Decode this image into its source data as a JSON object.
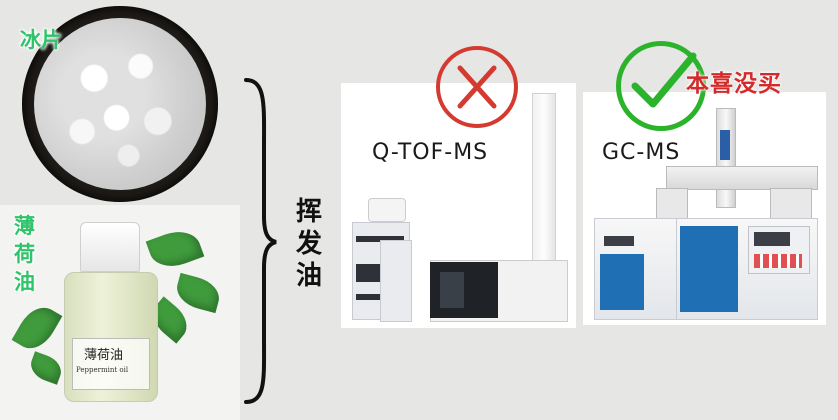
{
  "camphor": {
    "label": "冰片"
  },
  "peppermint": {
    "label_chars": [
      "薄",
      "荷",
      "油"
    ],
    "bottle_label": "薄荷油",
    "bottle_sub": "Peppermint oil"
  },
  "center": {
    "verb_chars": [
      "挥",
      "发",
      "油"
    ]
  },
  "instruments": {
    "left": {
      "name": "Q-TOF-MS",
      "verdict": "rejected",
      "mark_color": "#d53a30"
    },
    "right": {
      "name": "GC-MS",
      "verdict": "approved",
      "mark_color": "#2bb32b",
      "note": "本喜没买"
    }
  },
  "icons": [
    "cross-mark-icon",
    "check-mark-icon",
    "brace-icon"
  ]
}
